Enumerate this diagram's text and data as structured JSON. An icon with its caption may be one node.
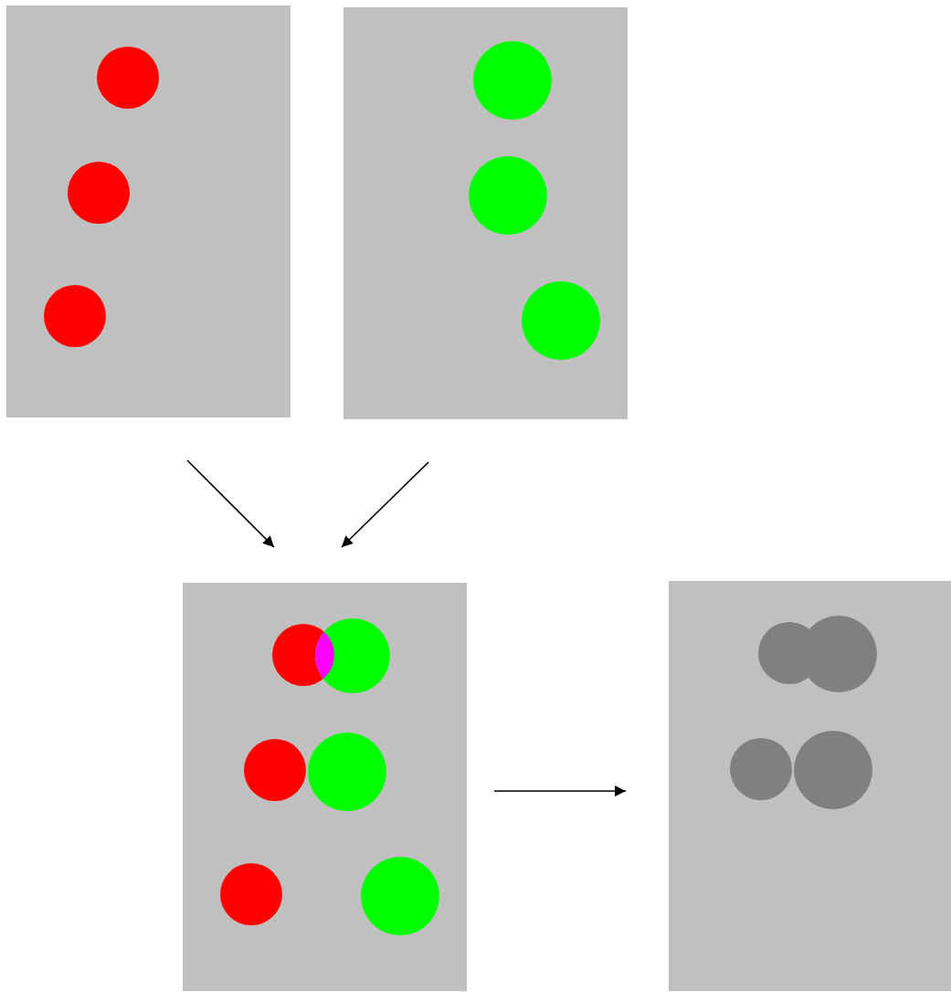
{
  "diagram": {
    "nodes": [
      {
        "text": [],
        "shape": "picture"
      },
      {
        "text": [],
        "shape": "picture"
      },
      {
        "text": [],
        "shape": "picture"
      },
      {
        "text": [],
        "shape": "picture"
      }
    ],
    "edges": [
      {
        "from": 0,
        "to": 2,
        "arrow": "to"
      },
      {
        "from": 1,
        "to": 2,
        "arrow": "to"
      },
      {
        "from": 2,
        "to": 3,
        "arrow": "to"
      }
    ]
  }
}
